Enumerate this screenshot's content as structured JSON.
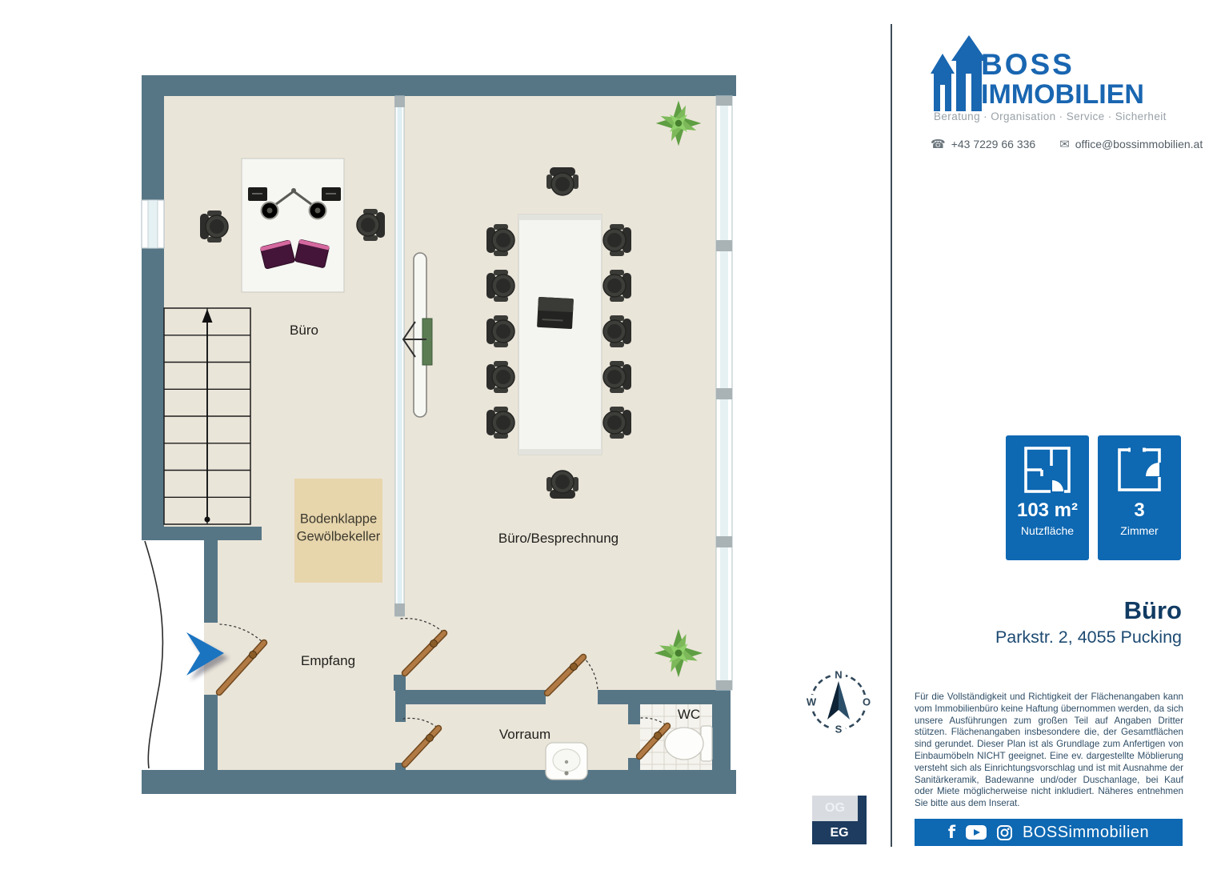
{
  "floorplan": {
    "labels": {
      "buero": "Büro",
      "besprechung": "Büro/Besprechnung",
      "empfang": "Empfang",
      "vorraum": "Vorraum",
      "wc": "WC",
      "bodenklappe_line1": "Bodenklappe",
      "bodenklappe_line2": "Gewölbekeller"
    },
    "colors": {
      "wall": "#567686",
      "floor": "#eae5d9",
      "hatch_area": "#e7d5ac",
      "door_leaf": "#b17a44",
      "entry_arrow": "#1b74c0",
      "glass": "#e6f1f4"
    }
  },
  "branding": {
    "name_line1": "BOSS",
    "name_line2": "IMMOBILIEN",
    "tagline": "Beratung · Organisation · Service · Sicherheit",
    "phone": "+43 7229 66 336",
    "email": "office@bossimmobilien.at",
    "brand_blue": "#1966b1"
  },
  "icons": {
    "phone": "☎",
    "email": "✉",
    "facebook": "f"
  },
  "stats": {
    "area_value": "103 m²",
    "area_label": "Nutzfläche",
    "rooms_value": "3",
    "rooms_label": "Zimmer",
    "badge_blue": "#0e68b2"
  },
  "property": {
    "title": "Büro",
    "address": "Parkstr. 2, 4055 Pucking"
  },
  "compass": {
    "n": "N",
    "w": "W",
    "o": "O",
    "s": "S"
  },
  "disclaimer": "Für die Vollständigkeit und Richtigkeit der Flächenangaben kann vom Immobilienbüro keine Haftung übernommen werden, da sich unsere Ausführungen zum großen Teil auf Angaben Dritter stützen. Flächenangaben insbesondere die, der Gesamtflächen sind gerundet. Dieser Plan ist als Grundlage zum Anfertigen von Einbaumöbeln NICHT geeignet. Eine ev. dargestellte Möblierung versteht sich als Einrichtungsvorschlag und ist mit Ausnahme der Sanitärkeramik, Badewanne und/oder Duschanlage, bei Kauf oder Miete möglicherweise nicht inkludiert. Näheres entnehmen Sie bitte aus dem Inserat.",
  "floors": {
    "upper": "OG",
    "ground": "EG"
  },
  "social": {
    "handle": "BOSSimmobilien"
  }
}
